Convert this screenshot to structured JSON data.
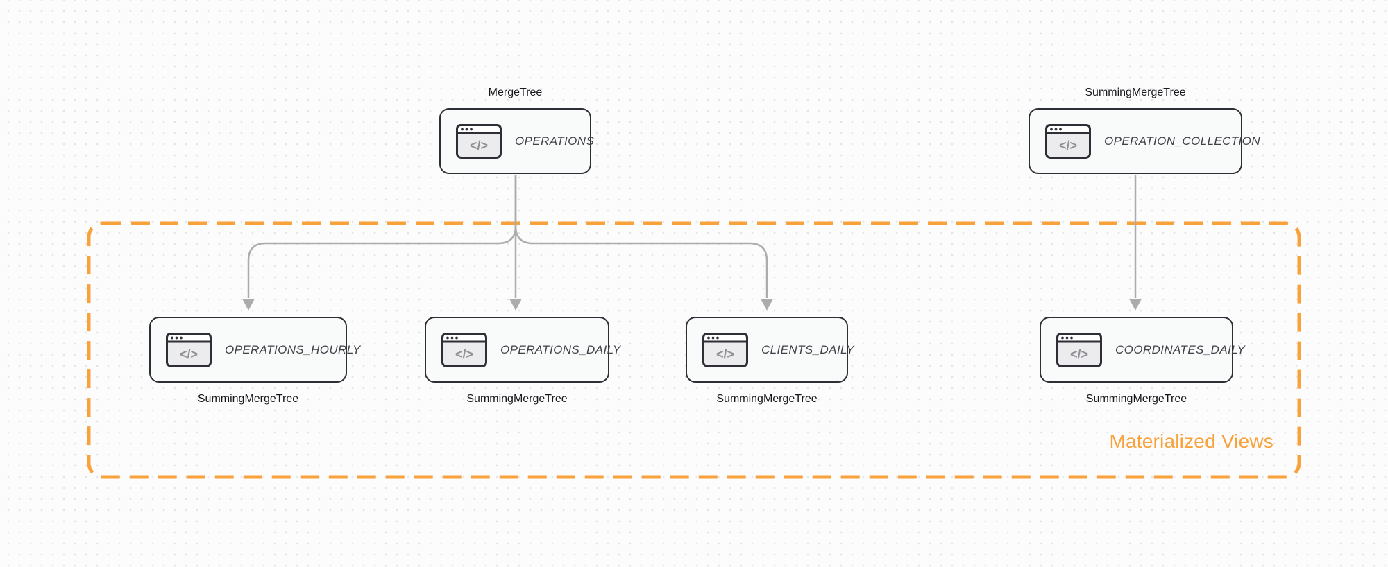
{
  "diagram": {
    "region_label": "Materialized Views",
    "accent_color": "#f9a23c",
    "connector_color": "#acacac",
    "node_border_color": "#2e2e36",
    "icons": {
      "node_icon": "code-window-icon"
    },
    "nodes": [
      {
        "id": "operations",
        "title": "OPERATIONS",
        "engine": "MergeTree",
        "row": "top"
      },
      {
        "id": "operation_collection",
        "title": "OPERATION_COLLECTION",
        "engine": "SummingMergeTree",
        "row": "top"
      },
      {
        "id": "operations_hourly",
        "title": "OPERATIONS_HOURLY",
        "engine": "SummingMergeTree",
        "row": "bottom"
      },
      {
        "id": "operations_daily",
        "title": "OPERATIONS_DAILY",
        "engine": "SummingMergeTree",
        "row": "bottom"
      },
      {
        "id": "clients_daily",
        "title": "CLIENTS_DAILY",
        "engine": "SummingMergeTree",
        "row": "bottom"
      },
      {
        "id": "coordinates_daily",
        "title": "COORDINATES_DAILY",
        "engine": "SummingMergeTree",
        "row": "bottom"
      }
    ],
    "edges": [
      {
        "from": "operations",
        "to": "operations_hourly"
      },
      {
        "from": "operations",
        "to": "operations_daily"
      },
      {
        "from": "operations",
        "to": "clients_daily"
      },
      {
        "from": "operation_collection",
        "to": "coordinates_daily"
      }
    ]
  }
}
